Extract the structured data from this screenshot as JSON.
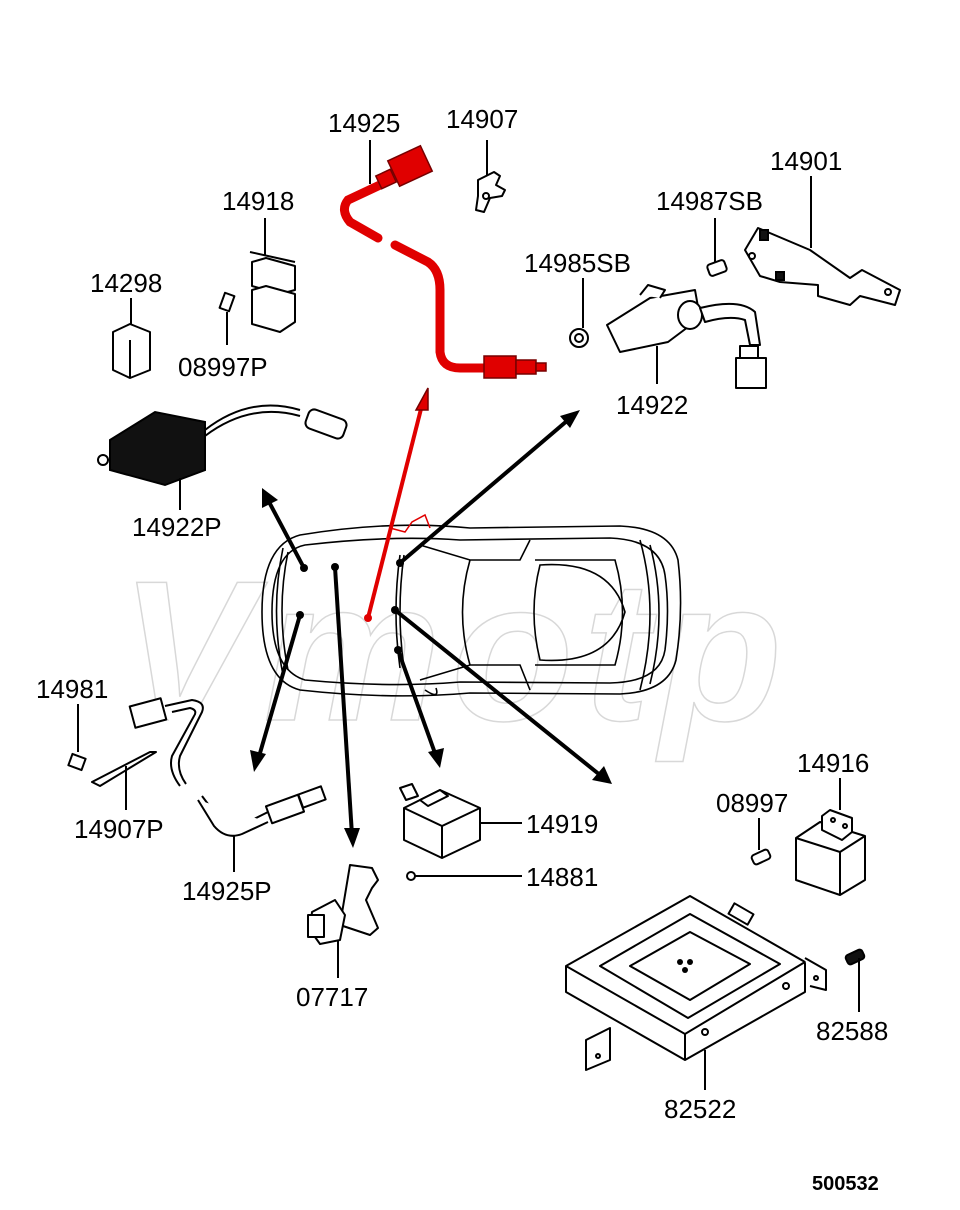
{
  "diagram": {
    "title": "Engine Electrical / Oxygen Sensor Parts Diagram",
    "watermark": "Vmotp",
    "reference_code": "500532",
    "highlight_color": "#e00000",
    "line_color": "#000000",
    "highlighted_part": "14925",
    "parts": [
      {
        "id": "14925",
        "label": "14925",
        "description": "oxygen-sensor-front",
        "highlighted": true
      },
      {
        "id": "14907",
        "label": "14907",
        "description": "sensor-bracket"
      },
      {
        "id": "14901",
        "label": "14901",
        "description": "mounting-bracket"
      },
      {
        "id": "14987SB",
        "label": "14987SB",
        "description": "bolt"
      },
      {
        "id": "14985SB",
        "label": "14985SB",
        "description": "nut"
      },
      {
        "id": "14922",
        "label": "14922",
        "description": "sensor-module-with-connector"
      },
      {
        "id": "14918",
        "label": "14918",
        "description": "relay"
      },
      {
        "id": "14298",
        "label": "14298",
        "description": "relay-small"
      },
      {
        "id": "08997P",
        "label": "08997P",
        "description": "screw"
      },
      {
        "id": "14922P",
        "label": "14922P",
        "description": "control-module-with-harness"
      },
      {
        "id": "14981",
        "label": "14981",
        "description": "bolt"
      },
      {
        "id": "14907P",
        "label": "14907P",
        "description": "sensor-bracket-rear"
      },
      {
        "id": "14925P",
        "label": "14925P",
        "description": "oxygen-sensor-rear"
      },
      {
        "id": "07717",
        "label": "07717",
        "description": "throttle-position-sensor"
      },
      {
        "id": "14919",
        "label": "14919",
        "description": "relay-with-bracket"
      },
      {
        "id": "14881",
        "label": "14881",
        "description": "screw"
      },
      {
        "id": "14916",
        "label": "14916",
        "description": "relay-with-bracket"
      },
      {
        "id": "08997",
        "label": "08997",
        "description": "screw"
      },
      {
        "id": "82588",
        "label": "82588",
        "description": "bolt"
      },
      {
        "id": "82522",
        "label": "82522",
        "description": "engine-control-unit"
      }
    ]
  }
}
